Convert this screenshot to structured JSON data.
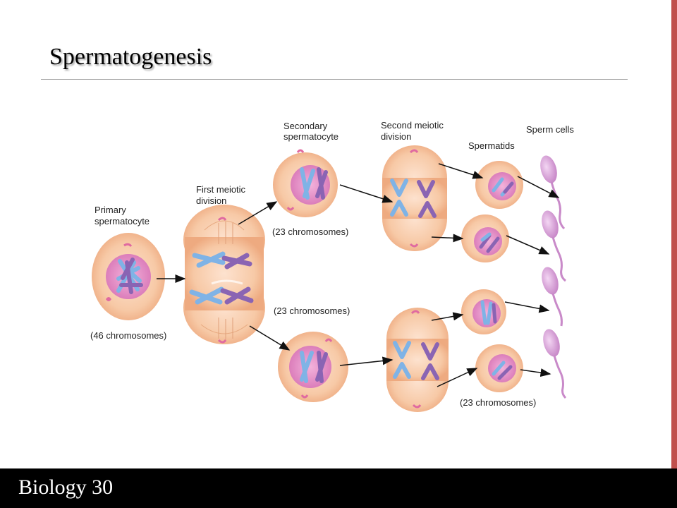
{
  "slide": {
    "title": "Spermatogenesis",
    "footer": "Biology 30"
  },
  "diagram": {
    "labels": {
      "primary_spermatocyte": [
        "Primary",
        "spermatocyte"
      ],
      "first_meiotic_division": [
        "First meiotic",
        "division"
      ],
      "secondary_spermatocyte": [
        "Secondary",
        "spermatocyte"
      ],
      "second_meiotic_division": [
        "Second meiotic",
        "division"
      ],
      "spermatids": "Spermatids",
      "sperm_cells": "Sperm cells",
      "chromosomes_46": "(46 chromosomes)",
      "chromosomes_23_top": "(23 chromosomes)",
      "chromosomes_23_middle": "(23 chromosomes)",
      "chromosomes_23_bottom": "(23 chromosomes)"
    },
    "colors": {
      "cell_fill": "#f7c9a6",
      "cell_edge": "#e8a77e",
      "nucleus": "#e58fc3",
      "chromosome_blue": "#7fb3e6",
      "chromosome_purple": "#8a64b3",
      "sperm": "#d9a6d9"
    }
  }
}
